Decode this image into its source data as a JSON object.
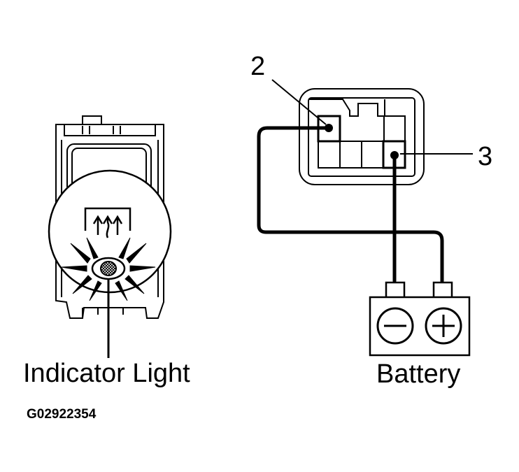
{
  "labels": {
    "pin_2": "2",
    "pin_3": "3",
    "indicator": "Indicator Light",
    "battery": "Battery",
    "figure_code": "G02922354"
  },
  "battery_terminals": {
    "negative_symbol": "minus",
    "positive_symbol": "plus"
  },
  "colors": {
    "line": "#000000",
    "background": "#ffffff"
  }
}
